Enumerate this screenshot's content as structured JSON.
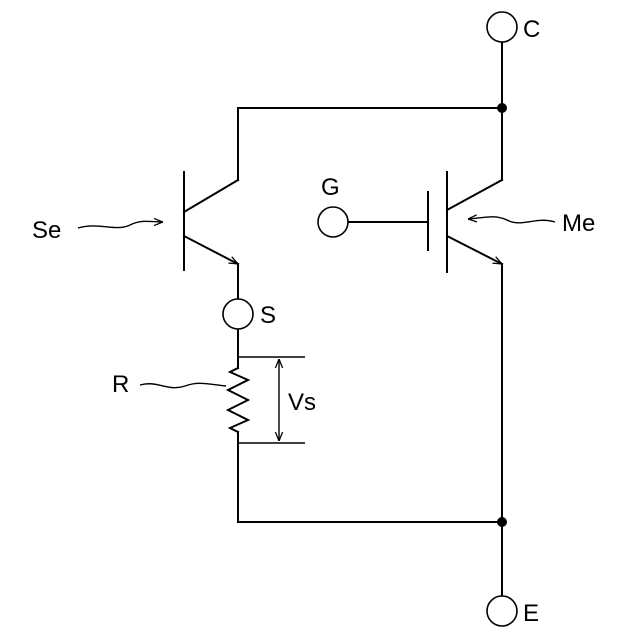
{
  "terminals": {
    "collector": "C",
    "emitter": "E",
    "gate": "G",
    "sense": "S"
  },
  "labels": {
    "sense_element": "Se",
    "main_element": "Me",
    "resistor": "R",
    "sense_voltage": "Vs"
  },
  "colors": {
    "line": "#000000",
    "background": "#ffffff"
  }
}
